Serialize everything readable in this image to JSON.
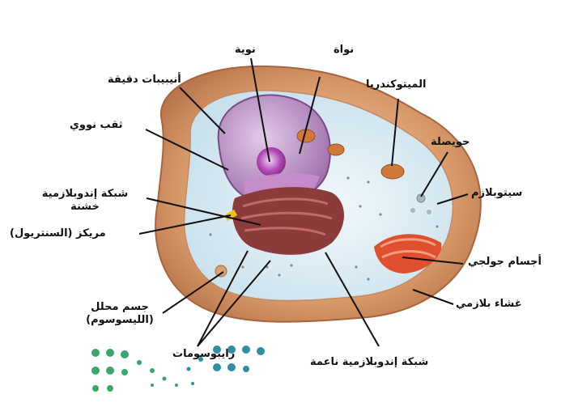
{
  "labels": {
    "nucleolus": "نوية",
    "nucleus": "نواة",
    "microtubules": "أنيبيبات دقيقة",
    "mitochondria": "الميتوكندريا",
    "nuclear_pore": "ثقب نووي",
    "vesicle": "حويصلة",
    "rough_er_line1": "شبكة إندوبلازمية",
    "rough_er_line2": "خشنة",
    "cytoplasm": "سيتوبلازم",
    "centrosome": "مريكز (السنتريول)",
    "golgi": "أجسام جولجي",
    "lysosome_line1": "جسم محلل",
    "lysosome_line2": "(الليسوسوم)",
    "plasma_membrane": "غشاء بلازمي",
    "ribosomes": "رايبوسومات",
    "smooth_er": "شبكة إندوبلازمية ناعمة"
  },
  "colors": {
    "cell_outer": "#d99a6a",
    "cell_inner": "#dcecf4",
    "nucleus": "#b48ac4",
    "nucleolus": "#9a3fa0",
    "rough_er": "#8c3b3b",
    "golgi": "#e0502e",
    "mitochondria": "#d07a3a",
    "logo_green": "#3aa66a",
    "logo_teal": "#2f8fa0"
  }
}
